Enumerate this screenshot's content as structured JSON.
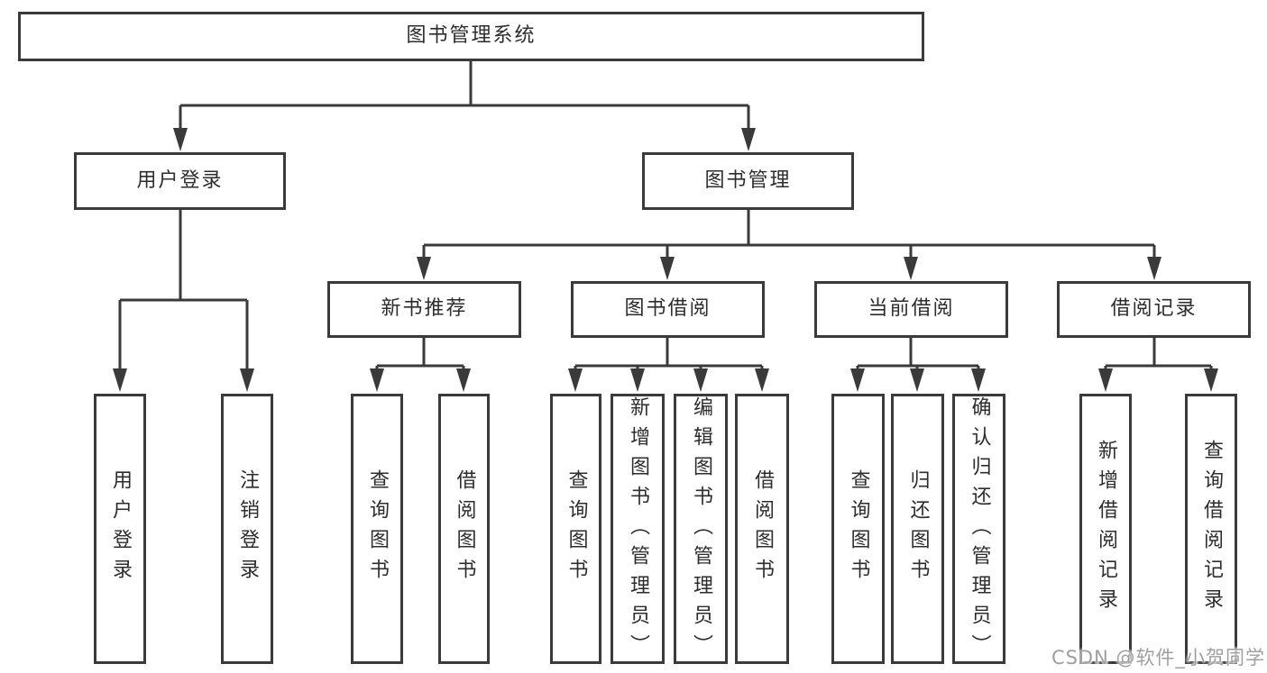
{
  "watermark": "CSDN @软件_小贺同学",
  "colors": {
    "line": "#3a3a3a",
    "text": "#2d2d2d",
    "watermark": "#9f9f9f",
    "bg": "#ffffff"
  },
  "tree": {
    "label": "图书管理系统",
    "children": [
      {
        "label": "用户登录",
        "children": [
          {
            "label": "用户登录"
          },
          {
            "label": "注销登录"
          }
        ]
      },
      {
        "label": "图书管理",
        "children": [
          {
            "label": "新书推荐",
            "children": [
              {
                "label": "查询图书"
              },
              {
                "label": "借阅图书"
              }
            ]
          },
          {
            "label": "图书借阅",
            "children": [
              {
                "label": "查询图书"
              },
              {
                "label": "新增图书（管理员）"
              },
              {
                "label": "编辑图书（管理员）"
              },
              {
                "label": "借阅图书"
              }
            ]
          },
          {
            "label": "当前借阅",
            "children": [
              {
                "label": "查询图书"
              },
              {
                "label": "归还图书"
              },
              {
                "label": "确认归还（管理员）"
              }
            ]
          },
          {
            "label": "借阅记录",
            "children": [
              {
                "label": "新增借阅记录"
              },
              {
                "label": "查询借阅记录"
              }
            ]
          }
        ]
      }
    ]
  }
}
